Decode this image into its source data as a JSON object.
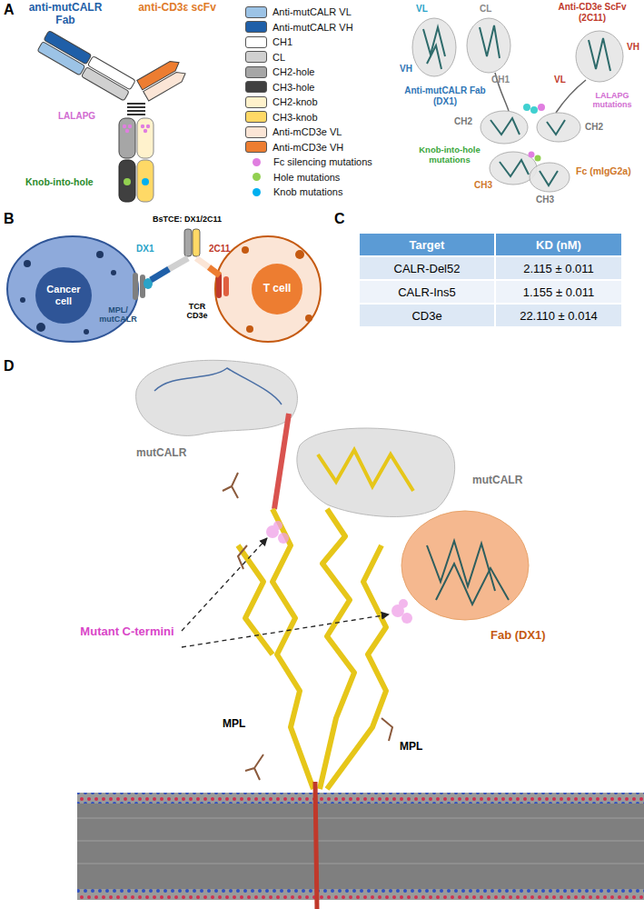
{
  "diagram": {
    "nodes": [
      {
        "text": [
          "Cancer cell"
        ]
      },
      {
        "text": [
          "T cell"
        ]
      }
    ],
    "labels": [
      "A",
      "anti-mutCALR Fab",
      "anti-CD3ε scFv",
      "LALAPG",
      "Knob-into-hole",
      "VL",
      "CL",
      "Anti-CD3e ScFv (2C11)",
      "VH",
      "VH",
      "CH1",
      "VL",
      "Anti-mutCALR Fab (DX1)",
      "LALAPG mutations",
      "CH2",
      "CH2",
      "Knob-into-hole mutations",
      "Fc (mIgG2a)",
      "CH3",
      "CH3",
      "B",
      "BsTCE: DX1/2C11",
      "DX1",
      "2C11",
      "MPL/ mutCALR",
      "TCR CD3e",
      "C",
      "Target",
      "KD (nM)",
      "CALR-Del52",
      "2.115 ± 0.011",
      "CALR-Ins5",
      "1.155 ± 0.011",
      "CD3e",
      "22.110 ± 0.014",
      "D",
      "mutCALR",
      "mutCALR",
      "Mutant C-termini",
      "Fab (DX1)",
      "MPL",
      "MPL"
    ],
    "legend": [
      {
        "text": "Anti-mutCALR VL",
        "color": "#9cc3e6"
      },
      {
        "text": "Anti-mutCALR VH",
        "color": "#1f5fa8"
      },
      {
        "text": "CH1",
        "color": "#ffffff"
      },
      {
        "text": "CL",
        "color": "#d0d0d0"
      },
      {
        "text": "CH2-hole",
        "color": "#a6a6a6"
      },
      {
        "text": "CH3-hole",
        "color": "#404040"
      },
      {
        "text": "CH2-knob",
        "color": "#fff2cc"
      },
      {
        "text": "CH3-knob",
        "color": "#ffd966"
      },
      {
        "text": "Anti-mCD3e VL",
        "color": "#fbe5d6"
      },
      {
        "text": "Anti-mCD3e VH",
        "color": "#ed7d31"
      },
      {
        "text": "Fc silencing mutations",
        "color": "#e07ee0"
      },
      {
        "text": "Hole mutations",
        "color": "#92d050"
      },
      {
        "text": "Knob mutations",
        "color": "#00b0f0"
      }
    ]
  }
}
